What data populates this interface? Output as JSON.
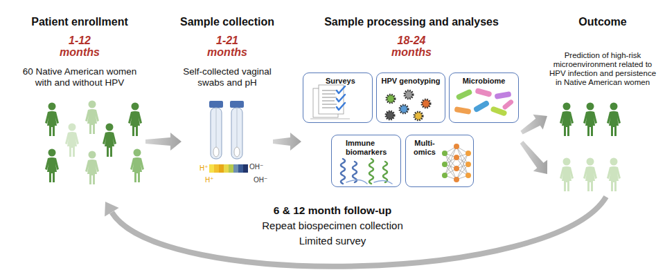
{
  "diagram": {
    "nodes": [
      {
        "text": [
          "Patient enrollment",
          "1-12 months",
          "60 Native American women with and without HPV"
        ]
      },
      {
        "text": [
          "Sample collection",
          "1-21 months",
          "Self-collected vaginal swabs and pH"
        ]
      },
      {
        "text": [
          "Sample processing and analyses",
          "18-24 months"
        ]
      },
      {
        "text": [
          "Surveys"
        ],
        "in": 2
      },
      {
        "text": [
          "HPV genotyping"
        ],
        "in": 2
      },
      {
        "text": [
          "Microbiome"
        ],
        "in": 2
      },
      {
        "text": [
          "Immune biomarkers"
        ],
        "in": 2
      },
      {
        "text": [
          "Multi-omics"
        ],
        "in": 2
      },
      {
        "text": [
          "Outcome",
          "Prediction of high-risk microenvironment related to HPV infection and persistence in Native American women"
        ]
      }
    ],
    "edges": [
      {
        "from": 0,
        "to": 1,
        "arrow": "to"
      },
      {
        "from": 1,
        "to": 2,
        "arrow": "to"
      },
      {
        "from": 2,
        "to": 8,
        "arrow": "to"
      },
      {
        "from": 2,
        "to": 8,
        "arrow": "to"
      },
      {
        "from": 8,
        "to": 0,
        "arrow": "to"
      }
    ],
    "labels": [
      "6 & 12 month follow-up",
      "Repeat biospecimen collection",
      "Limited survey",
      "H⁺",
      "H⁺",
      "OH⁻",
      "OH⁻"
    ]
  }
}
